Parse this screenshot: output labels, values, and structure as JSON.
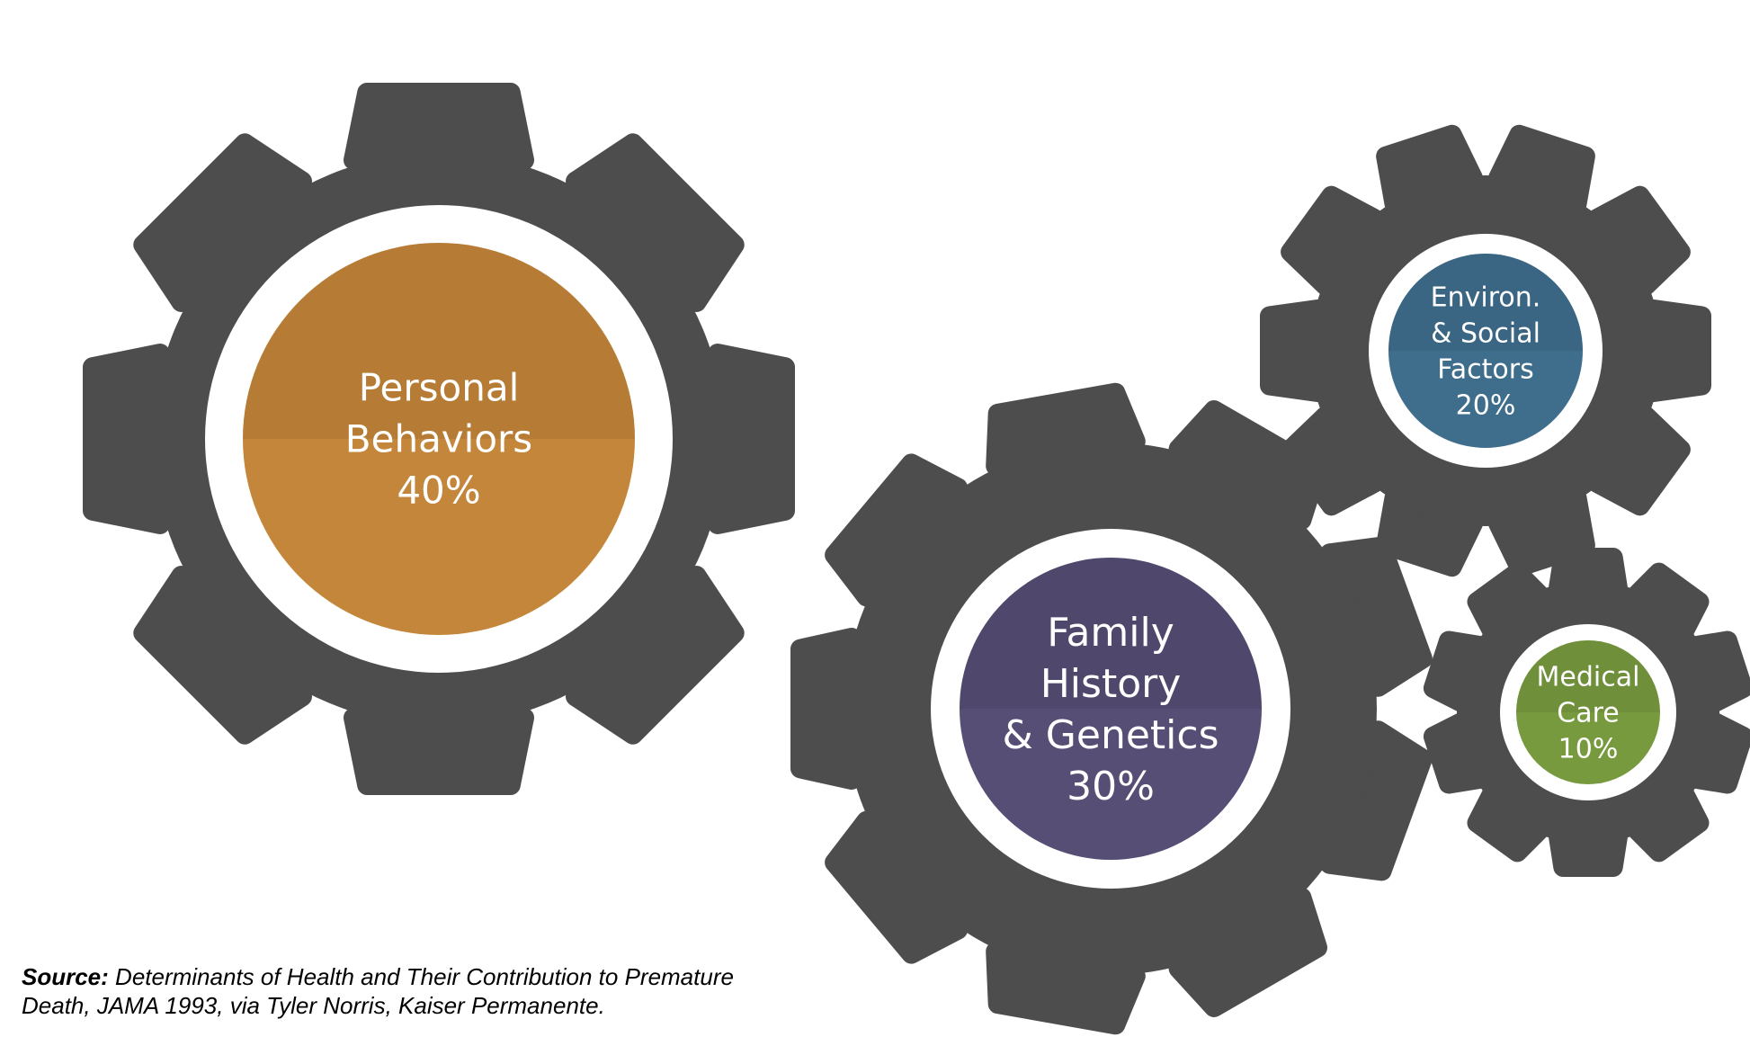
{
  "gears": [
    {
      "id": "personal-behaviors",
      "lines": [
        "Personal",
        "Behaviors",
        "40%"
      ],
      "percent": 40,
      "color": "#c4863a",
      "teeth": 8
    },
    {
      "id": "family-history",
      "lines": [
        "Family",
        "History",
        "& Genetics",
        "30%"
      ],
      "percent": 30,
      "color": "#564e75",
      "teeth": 9
    },
    {
      "id": "environ-social",
      "lines": [
        "Environ.",
        "& Social",
        "Factors",
        "20%"
      ],
      "percent": 20,
      "color": "#3f6e8d",
      "teeth": 10
    },
    {
      "id": "medical-care",
      "lines": [
        "Medical",
        "Care",
        "10%"
      ],
      "percent": 10,
      "color": "#789a3f",
      "teeth": 10
    }
  ],
  "gear_color": "#4d4d4d",
  "source": {
    "label": "Source:",
    "text": "Determinants of Health and Their Contribution to Premature Death, JAMA 1993, via Tyler Norris, Kaiser Permanente."
  }
}
